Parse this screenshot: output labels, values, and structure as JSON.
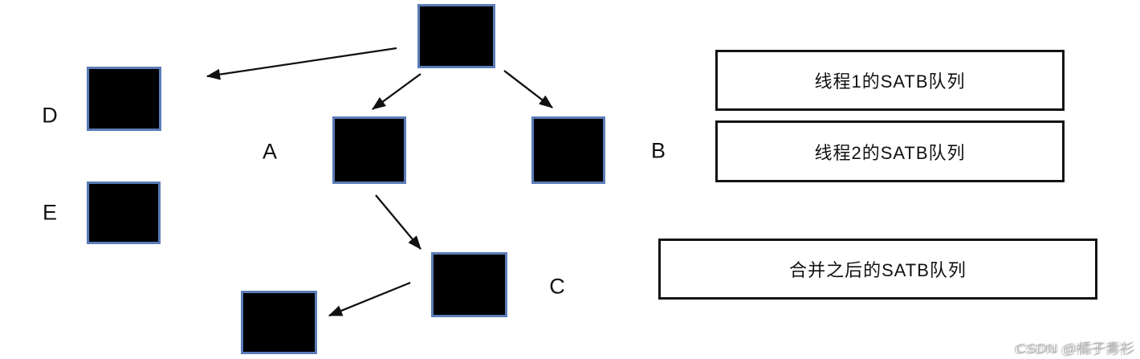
{
  "diagram": {
    "description": "SATB reference tree diagram",
    "nodes": {
      "root": {
        "label": ""
      },
      "a": {
        "label": "A"
      },
      "b": {
        "label": "B"
      },
      "c": {
        "label": "C"
      },
      "d": {
        "label": "D"
      },
      "e": {
        "label": "E"
      },
      "child": {
        "label": ""
      }
    },
    "queues": {
      "thread1": "线程1的SATB队列",
      "thread2": "线程2的SATB队列",
      "merged": "合并之后的SATB队列"
    },
    "watermark": "CSDN @橘子青衫",
    "colors": {
      "node_fill": "#000000",
      "node_border": "#5b7cb8",
      "queue_border": "#141414",
      "arrow": "#111111",
      "watermark": "#ababab"
    }
  }
}
